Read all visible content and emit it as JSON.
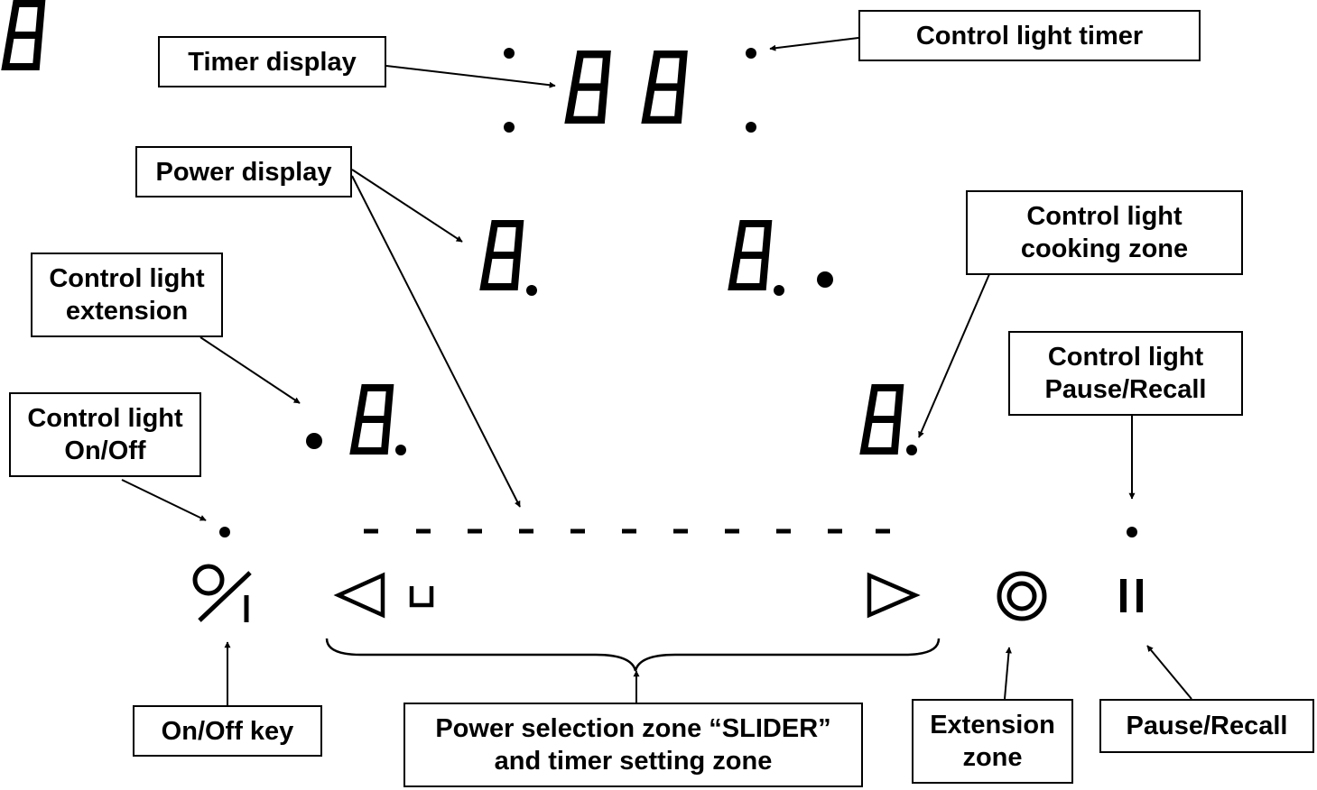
{
  "labels": {
    "timer_display": "Timer display",
    "control_light_timer": "Control light timer",
    "power_display": "Power display",
    "control_light_cooking_zone": [
      "Control light",
      "cooking zone"
    ],
    "control_light_extension": [
      "Control light",
      "extension"
    ],
    "control_light_onoff": [
      "Control light",
      "On/Off"
    ],
    "control_light_pause_recall": [
      "Control light",
      "Pause/Recall"
    ],
    "onoff_key": "On/Off key",
    "power_selection_zone": [
      "Power selection zone “SLIDER”",
      "and timer setting zone"
    ],
    "extension_zone": [
      "Extension",
      "zone"
    ],
    "pause_recall": "Pause/Recall"
  },
  "displays": {
    "timer_digits": [
      "8",
      "8"
    ],
    "power_digits": [
      "8.",
      "8.",
      "8.",
      "8."
    ]
  },
  "icons": {
    "onoff_key": "power-onoff-icon",
    "slider_left": "triangle-left-icon",
    "slider_min": "slider-minimum-icon",
    "slider_right": "triangle-right-icon",
    "extension": "double-circle-icon",
    "pause": "pause-icon"
  },
  "colors": {
    "ink": "#000000",
    "background": "#ffffff"
  }
}
